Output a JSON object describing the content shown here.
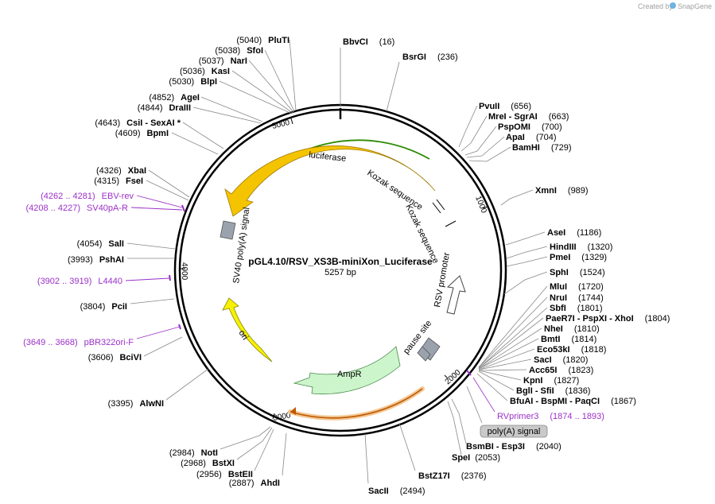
{
  "header": {
    "credit": "Created by",
    "brand": "SnapGene"
  },
  "plasmid": {
    "name": "pGL4.10/RSV_XS3B-miniXon_Luciferase",
    "length": "5257 bp"
  },
  "ticks": [
    "5000",
    "1000",
    "4000",
    "2000",
    "3000"
  ],
  "features": {
    "luciferase": "luciferase",
    "kozak1": "Kozak sequence",
    "kozak2": "Kozak sequence",
    "rsv": "RSV promoter",
    "pause": "pause site",
    "ampr": "AmpR",
    "ori": "ori",
    "sv40": "SV40 poly(A) signal",
    "polya": "poly(A) signal"
  },
  "enzymes": [
    {
      "text": "BbvCI",
      "pos": "(16)"
    },
    {
      "text": "BsrGI",
      "pos": "(236)"
    },
    {
      "text": "PvuII",
      "pos": "(656)"
    },
    {
      "text": "MreI  - SgrAI",
      "pos": "(663)"
    },
    {
      "text": "PspOMI",
      "pos": "(700)"
    },
    {
      "text": "ApaI",
      "pos": "(704)"
    },
    {
      "text": "BamHI",
      "pos": "(729)"
    },
    {
      "text": "XmnI",
      "pos": "(989)"
    },
    {
      "text": "AseI",
      "pos": "(1186)"
    },
    {
      "text": "HindIII",
      "pos": "(1320)"
    },
    {
      "text": "PmeI",
      "pos": "(1329)"
    },
    {
      "text": "SphI",
      "pos": "(1524)"
    },
    {
      "text": "MluI",
      "pos": "(1720)"
    },
    {
      "text": "NruI",
      "pos": "(1744)"
    },
    {
      "text": "SbfI",
      "pos": "(1801)"
    },
    {
      "text": "PaeR7I  - PspXI  - XhoI",
      "pos": "(1804)"
    },
    {
      "text": "NheI",
      "pos": "(1810)"
    },
    {
      "text": "BmtI",
      "pos": "(1814)"
    },
    {
      "text": "Eco53kI",
      "pos": "(1818)"
    },
    {
      "text": "SacI",
      "pos": "(1820)"
    },
    {
      "text": "Acc65I",
      "pos": "(1823)"
    },
    {
      "text": "KpnI",
      "pos": "(1827)"
    },
    {
      "text": "BglI  - SfiI",
      "pos": "(1836)"
    },
    {
      "text": "BfuAI  - BspMI  - PaqCI",
      "pos": "(1867)"
    },
    {
      "text": "BsmBI  - Esp3I",
      "pos": "(2040)"
    },
    {
      "text": "SpeI",
      "pos": "(2053)"
    },
    {
      "text": "BstZ17I",
      "pos": "(2376)"
    },
    {
      "text": "SacII",
      "pos": "(2494)"
    },
    {
      "text": "AhdI",
      "pos": "(2887)"
    },
    {
      "text": "BstEII",
      "pos": "(2956)"
    },
    {
      "text": "BstXI",
      "pos": "(2968)"
    },
    {
      "text": "NotI",
      "pos": "(2984)"
    },
    {
      "text": "AlwNI",
      "pos": "(3395)"
    },
    {
      "text": "BciVI",
      "pos": "(3606)"
    },
    {
      "text": "PciI",
      "pos": "(3804)"
    },
    {
      "text": "PshAI",
      "pos": "(3993)"
    },
    {
      "text": "SalI",
      "pos": "(4054)"
    },
    {
      "text": "FseI",
      "pos": "(4315)"
    },
    {
      "text": "XbaI",
      "pos": "(4326)"
    },
    {
      "text": "BpmI",
      "pos": "(4609)"
    },
    {
      "text": "CsiI  - SexAI *",
      "pos": "(4643)"
    },
    {
      "text": "DraIII",
      "pos": "(4844)"
    },
    {
      "text": "AgeI",
      "pos": "(4852)"
    },
    {
      "text": "BlpI",
      "pos": "(5030)"
    },
    {
      "text": "KasI",
      "pos": "(5036)"
    },
    {
      "text": "NarI",
      "pos": "(5037)"
    },
    {
      "text": "SfoI",
      "pos": "(5038)"
    },
    {
      "text": "PluTI",
      "pos": "(5040)"
    }
  ],
  "primers": [
    {
      "range": "(4262 .. 4281)",
      "name": "EBV-rev"
    },
    {
      "range": "(4208 .. 4227)",
      "name": "SV40pA-R"
    },
    {
      "range": "(3902 .. 3919)",
      "name": "L4440"
    },
    {
      "range": "(3649 .. 3668)",
      "name": "pBR322ori-F"
    },
    {
      "name": "RVprimer3",
      "range": "(1874 .. 1893)"
    }
  ],
  "colors": {
    "luciferase": "#f5c400",
    "luciferase_line": "#2e8b00",
    "ori": "#f7f000",
    "ampr": "#ccf5cc",
    "ampr_promoter": "#e07000",
    "primer": "#9b30c8",
    "gray_feature": "#9aa3ad"
  }
}
